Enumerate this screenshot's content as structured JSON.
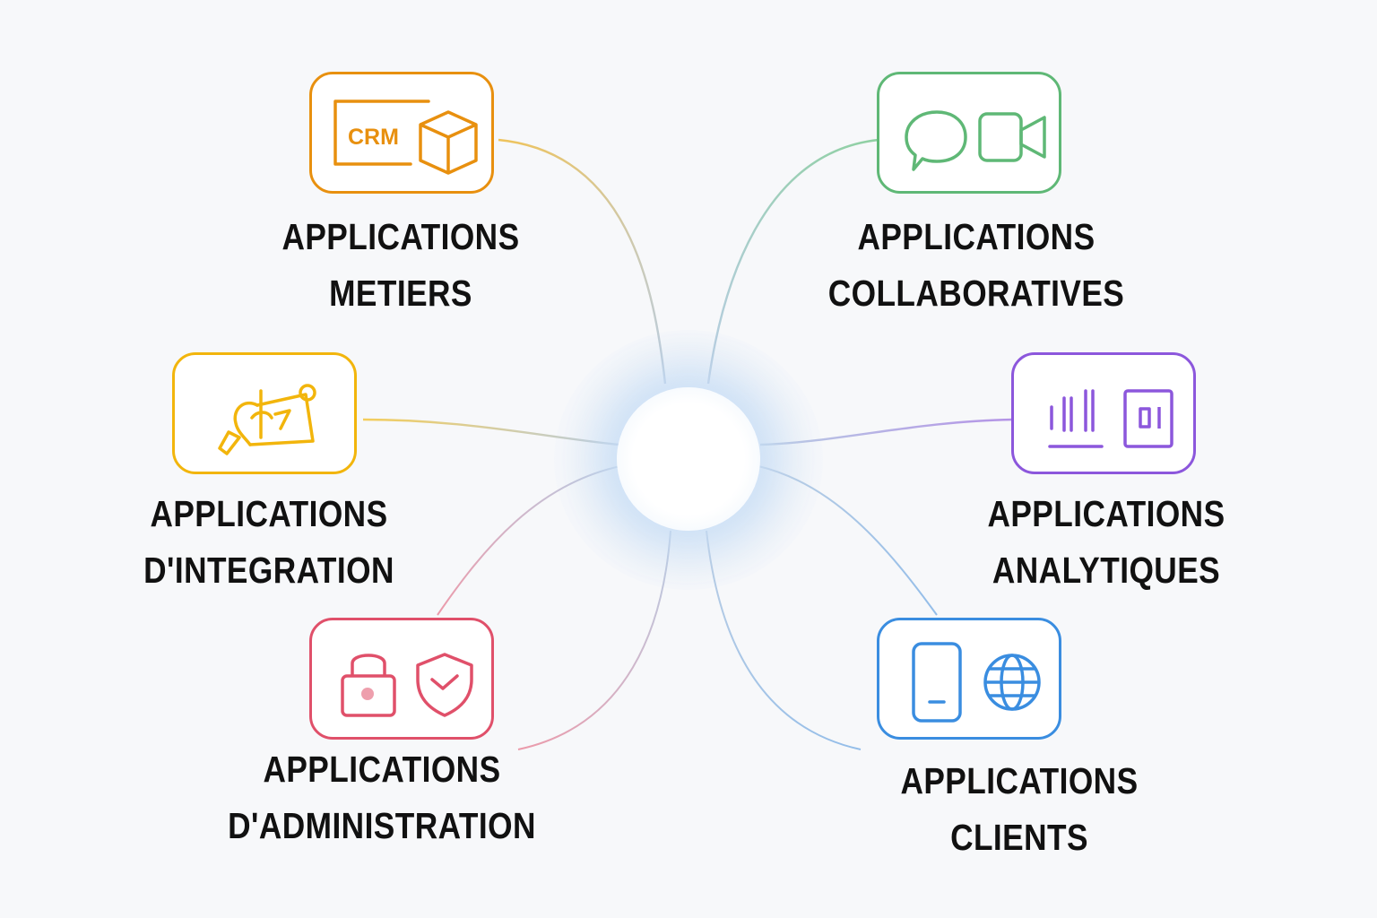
{
  "diagram": {
    "hub": {},
    "nodes": [
      {
        "id": "metiers",
        "line1": "APPLICATIONS",
        "line2": "METIERS",
        "color": "#e8900f",
        "icons": [
          "crm-icon",
          "box-icon"
        ],
        "badge": "CRM"
      },
      {
        "id": "collaboratives",
        "line1": "APPLICATIONS",
        "line2": "COLLABORATIVES",
        "color": "#5fb876",
        "icons": [
          "chat-bubble-icon",
          "video-camera-icon"
        ]
      },
      {
        "id": "integration",
        "line1": "APPLICATIONS",
        "line2": "D'INTEGRATION",
        "color": "#f2b50c",
        "icons": [
          "puzzle-plug-icon"
        ]
      },
      {
        "id": "analytiques",
        "line1": "APPLICATIONS",
        "line2": "ANALYTIQUES",
        "color": "#8c57dc",
        "icons": [
          "bar-chart-icon",
          "dashboard-icon"
        ]
      },
      {
        "id": "administration",
        "line1": "APPLICATIONS",
        "line2": "D'ADMINISTRATION",
        "color": "#e0506a",
        "icons": [
          "padlock-icon",
          "shield-check-icon"
        ]
      },
      {
        "id": "clients",
        "line1": "APPLICATIONS",
        "line2": "CLIENTS",
        "color": "#3a8de0",
        "icons": [
          "smartphone-icon",
          "globe-icon"
        ]
      }
    ]
  }
}
